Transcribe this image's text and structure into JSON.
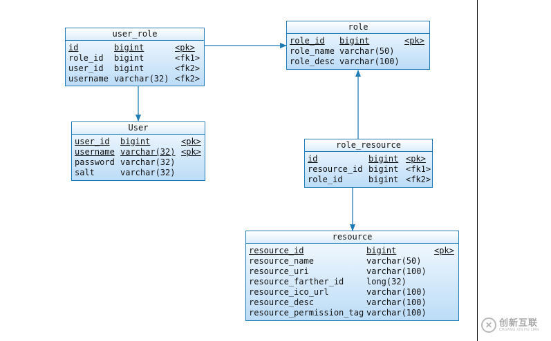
{
  "entities": {
    "user_role": {
      "title": "user_role",
      "rows": [
        {
          "name": "id",
          "type": "bigint",
          "key": "<pk>",
          "underline": true
        },
        {
          "name": "role_id",
          "type": "bigint",
          "key": "<fk1>",
          "underline": false
        },
        {
          "name": "user_id",
          "type": "bigint",
          "key": "<fk2>",
          "underline": false
        },
        {
          "name": "username",
          "type": "varchar(32)",
          "key": "<fk2>",
          "underline": false
        }
      ]
    },
    "role": {
      "title": "role",
      "rows": [
        {
          "name": "role_id",
          "type": "bigint",
          "key": "<pk>",
          "underline": true
        },
        {
          "name": "role_name",
          "type": "varchar(50)",
          "key": "",
          "underline": false
        },
        {
          "name": "role_desc",
          "type": "varchar(100)",
          "key": "",
          "underline": false
        }
      ]
    },
    "user": {
      "title": "User",
      "rows": [
        {
          "name": "user_id",
          "type": "bigint",
          "key": "<pk>",
          "underline": true
        },
        {
          "name": "username",
          "type": "varchar(32)",
          "key": "<pk>",
          "underline": true
        },
        {
          "name": "password",
          "type": "varchar(32)",
          "key": "",
          "underline": false
        },
        {
          "name": "salt",
          "type": "varchar(32)",
          "key": "",
          "underline": false
        }
      ]
    },
    "role_resource": {
      "title": "role_resource",
      "rows": [
        {
          "name": "id",
          "type": "bigint",
          "key": "<pk>",
          "underline": true
        },
        {
          "name": "resource_id",
          "type": "bigint",
          "key": "<fk1>",
          "underline": false
        },
        {
          "name": "role_id",
          "type": "bigint",
          "key": "<fk2>",
          "underline": false
        }
      ]
    },
    "resource": {
      "title": "resource",
      "rows": [
        {
          "name": "resource_id",
          "type": "bigint",
          "key": "<pk>",
          "underline": true
        },
        {
          "name": "resource_name",
          "type": "varchar(50)",
          "key": "",
          "underline": false
        },
        {
          "name": "resource_uri",
          "type": "varchar(100)",
          "key": "",
          "underline": false
        },
        {
          "name": "resource_farther_id",
          "type": "long(32)",
          "key": "",
          "underline": false
        },
        {
          "name": "resource_ico_url",
          "type": "varchar(100)",
          "key": "",
          "underline": false
        },
        {
          "name": "resource_desc",
          "type": "varchar(100)",
          "key": "",
          "underline": false
        },
        {
          "name": "resource_permission_tag",
          "type": "varchar(100)",
          "key": "",
          "underline": false
        }
      ]
    }
  },
  "relationships": [
    {
      "from": "user_role",
      "to": "role"
    },
    {
      "from": "user_role",
      "to": "user"
    },
    {
      "from": "role_resource",
      "to": "role"
    },
    {
      "from": "role_resource",
      "to": "resource"
    }
  ],
  "watermark": {
    "main": "创新互联",
    "sub": "CHUANG XIN HU LIAN",
    "logo": "✕"
  },
  "colors": {
    "border": "#1f7bb6",
    "connector": "#1f7bb6",
    "fill_top": "#f7fbff",
    "fill_bottom": "#bcdcf7"
  }
}
